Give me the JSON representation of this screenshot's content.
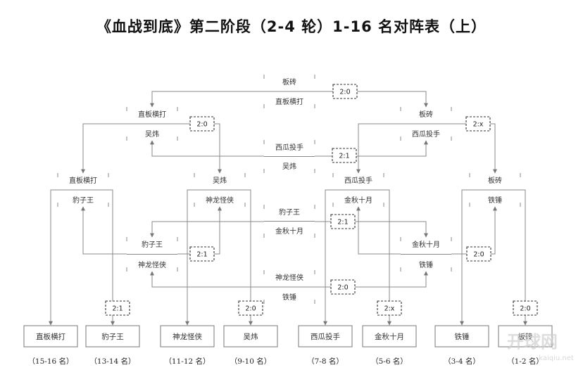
{
  "title": "《血战到底》第二阶段（2-4 轮）1-16 名对阵表（上）",
  "matches": [
    {
      "id": "m1",
      "top": "板砖",
      "bottom": "直板横打",
      "score": "2:0"
    },
    {
      "id": "m2",
      "top": "直板横打",
      "bottom": "吴炜",
      "score": "2:0"
    },
    {
      "id": "m3",
      "top": "板砖",
      "bottom": "西瓜投手",
      "score": "2:x"
    },
    {
      "id": "m4",
      "top": "西瓜投手",
      "bottom": "吴炜",
      "score": "2:1"
    },
    {
      "id": "m5",
      "top": "直板横打",
      "bottom": "豹子王",
      "score": "2:1"
    },
    {
      "id": "m6",
      "top": "吴炜",
      "bottom": "神龙怪侠",
      "score": "2:0"
    },
    {
      "id": "m7",
      "top": "西瓜投手",
      "bottom": "金秋十月",
      "score": "2:x"
    },
    {
      "id": "m8",
      "top": "板砖",
      "bottom": "铁锤",
      "score": "2:0"
    },
    {
      "id": "m9",
      "top": "豹子王",
      "bottom": "金秋十月",
      "score": "2:1"
    },
    {
      "id": "m10",
      "top": "豹子王",
      "bottom": "神龙怪侠",
      "score": "2:1"
    },
    {
      "id": "m11",
      "top": "金秋十月",
      "bottom": "铁锤",
      "score": "2:0"
    },
    {
      "id": "m12",
      "top": "神龙怪侠",
      "bottom": "铁锤",
      "score": "2:0"
    }
  ],
  "placements": [
    {
      "name": "直板横打",
      "rank": "（15-16 名）"
    },
    {
      "name": "豹子王",
      "rank": "（13-14 名）"
    },
    {
      "name": "神龙怪侠",
      "rank": "（11-12 名）"
    },
    {
      "name": "吴炜",
      "rank": "（9-10 名）"
    },
    {
      "name": "西瓜投手",
      "rank": "（7-8 名）"
    },
    {
      "name": "金秋十月",
      "rank": "（5-6 名）"
    },
    {
      "name": "铁锤",
      "rank": "（3-4 名）"
    },
    {
      "name": "板砖",
      "rank": "（1-2 名）"
    }
  ],
  "watermark": {
    "text": "开球网",
    "url": "kaiqiu.net"
  }
}
